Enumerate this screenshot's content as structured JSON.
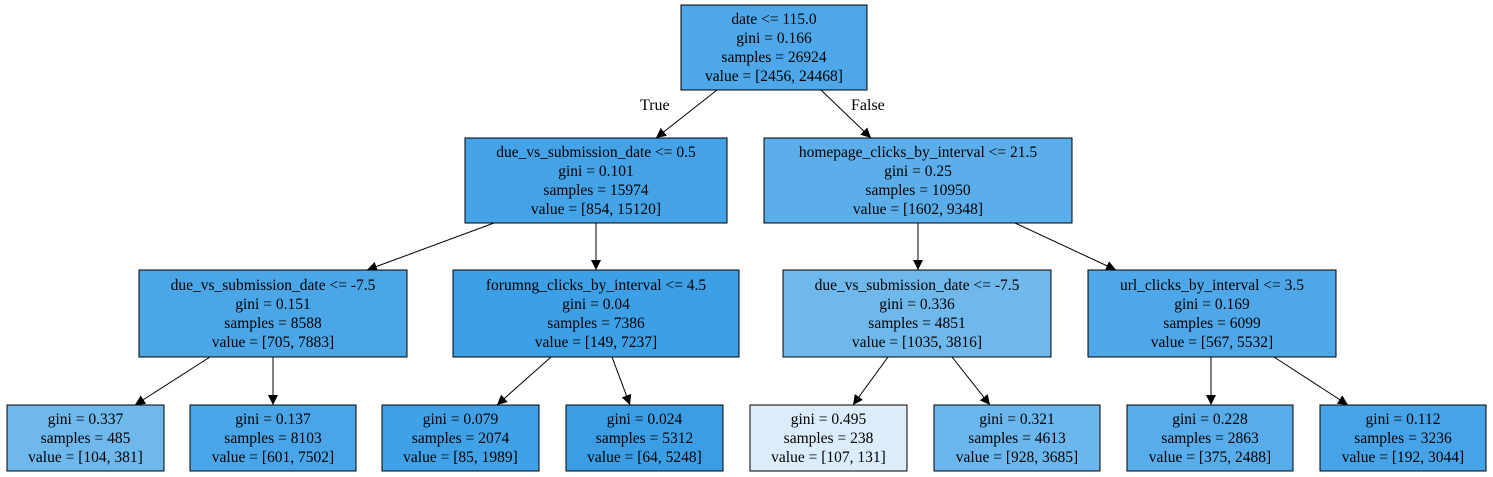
{
  "tree": {
    "nodes": [
      {
        "id": "n0",
        "lines": [
          "date <= 115.0",
          "gini = 0.166",
          "samples = 26924",
          "value = [2456, 24468]"
        ],
        "fill": "#4da7e8"
      },
      {
        "id": "n1",
        "lines": [
          "due_vs_submission_date <= 0.5",
          "gini = 0.101",
          "samples = 15974",
          "value = [854, 15120]"
        ],
        "fill": "#44a2e6"
      },
      {
        "id": "n2",
        "lines": [
          "homepage_clicks_by_interval <= 21.5",
          "gini = 0.25",
          "samples = 10950",
          "value = [1602, 9348]"
        ],
        "fill": "#5baee9"
      },
      {
        "id": "n3",
        "lines": [
          "due_vs_submission_date <= -7.5",
          "gini = 0.151",
          "samples = 8588",
          "value = [705, 7883]"
        ],
        "fill": "#4ba6e7"
      },
      {
        "id": "n4",
        "lines": [
          "forumng_clicks_by_interval <= 4.5",
          "gini = 0.04",
          "samples = 7386",
          "value = [149, 7237]"
        ],
        "fill": "#3d9fe6"
      },
      {
        "id": "n5",
        "lines": [
          "due_vs_submission_date <= -7.5",
          "gini = 0.336",
          "samples = 4851",
          "value = [1035, 3816]"
        ],
        "fill": "#6fb8ec"
      },
      {
        "id": "n6",
        "lines": [
          "url_clicks_by_interval <= 3.5",
          "gini = 0.169",
          "samples = 6099",
          "value = [567, 5532]"
        ],
        "fill": "#4da7e8"
      },
      {
        "id": "n7",
        "lines": [
          "gini = 0.337",
          "samples = 485",
          "value = [104, 381]"
        ],
        "fill": "#6fb8ec"
      },
      {
        "id": "n8",
        "lines": [
          "gini = 0.137",
          "samples = 8103",
          "value = [601, 7502]"
        ],
        "fill": "#49a5e7"
      },
      {
        "id": "n9",
        "lines": [
          "gini = 0.079",
          "samples = 2074",
          "value = [85, 1989]"
        ],
        "fill": "#41a1e6"
      },
      {
        "id": "n10",
        "lines": [
          "gini = 0.024",
          "samples = 5312",
          "value = [64, 5248]"
        ],
        "fill": "#3b9ee5"
      },
      {
        "id": "n11",
        "lines": [
          "gini = 0.495",
          "samples = 238",
          "value = [107, 131]"
        ],
        "fill": "#dbedfa"
      },
      {
        "id": "n12",
        "lines": [
          "gini = 0.321",
          "samples = 4613",
          "value = [928, 3685]"
        ],
        "fill": "#6bb6ec"
      },
      {
        "id": "n13",
        "lines": [
          "gini = 0.228",
          "samples = 2863",
          "value = [375, 2488]"
        ],
        "fill": "#57ace9"
      },
      {
        "id": "n14",
        "lines": [
          "gini = 0.112",
          "samples = 3236",
          "value = [192, 3044]"
        ],
        "fill": "#46a3e7"
      }
    ],
    "edges": [
      {
        "from": "n0",
        "to": "n1",
        "label": "True"
      },
      {
        "from": "n0",
        "to": "n2",
        "label": "False"
      },
      {
        "from": "n1",
        "to": "n3",
        "label": ""
      },
      {
        "from": "n1",
        "to": "n4",
        "label": ""
      },
      {
        "from": "n2",
        "to": "n5",
        "label": ""
      },
      {
        "from": "n2",
        "to": "n6",
        "label": ""
      },
      {
        "from": "n3",
        "to": "n7",
        "label": ""
      },
      {
        "from": "n3",
        "to": "n8",
        "label": ""
      },
      {
        "from": "n4",
        "to": "n9",
        "label": ""
      },
      {
        "from": "n4",
        "to": "n10",
        "label": ""
      },
      {
        "from": "n5",
        "to": "n11",
        "label": ""
      },
      {
        "from": "n5",
        "to": "n12",
        "label": ""
      },
      {
        "from": "n6",
        "to": "n13",
        "label": ""
      },
      {
        "from": "n6",
        "to": "n14",
        "label": ""
      }
    ]
  }
}
